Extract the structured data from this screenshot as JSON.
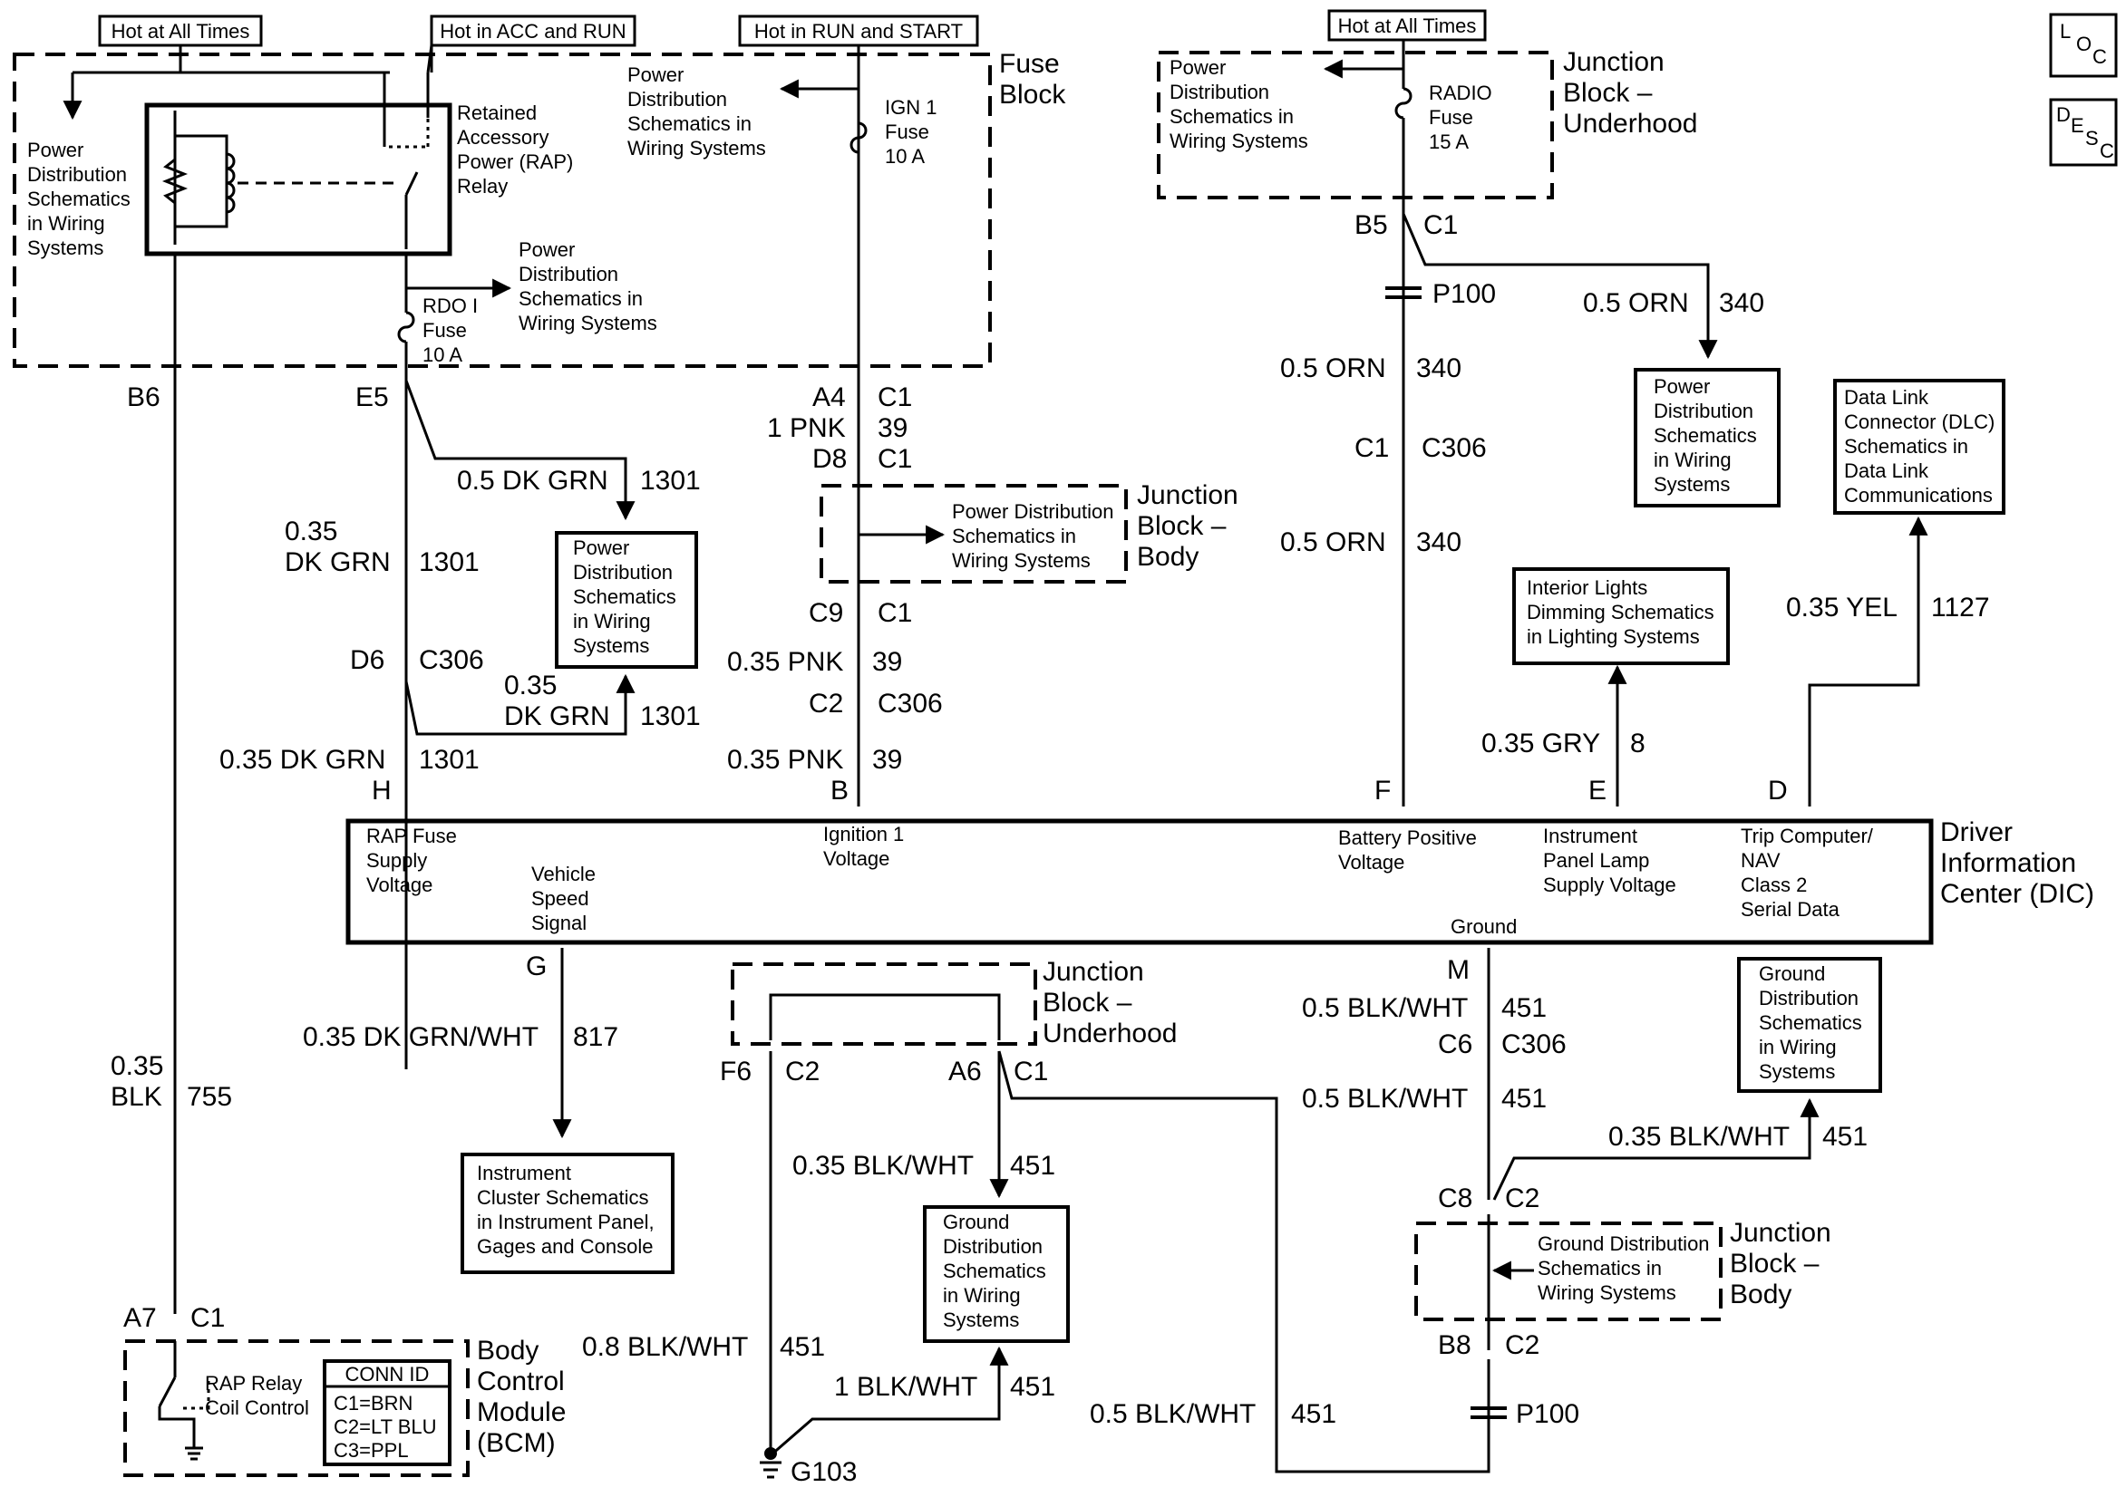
{
  "fuse_block": {
    "title": [
      "Fuse",
      "Block"
    ],
    "hot_at_all_times": "Hot at All Times",
    "hot_acc_run": "Hot in ACC and RUN",
    "hot_run_start": "Hot in RUN and START",
    "pd_left": [
      "Power",
      "Distribution",
      "Schematics",
      "in Wiring",
      "Systems"
    ],
    "pd_top": [
      "Power",
      "Distribution",
      "Schematics in",
      "Wiring Systems"
    ],
    "pd_mid": [
      "Power",
      "Distribution",
      "Schematics in",
      "Wiring Systems"
    ],
    "rap_relay": [
      "Retained",
      "Accessory",
      "Power (RAP)",
      "Relay"
    ],
    "ign_fuse": [
      "IGN 1",
      "Fuse",
      "10 A"
    ],
    "rdo_fuse": [
      "RDO I",
      "Fuse",
      "10 A"
    ]
  },
  "jb_underhood_top": {
    "title": [
      "Junction",
      "Block –",
      "Underhood"
    ],
    "hot": "Hot at All Times",
    "pd": [
      "Power",
      "Distribution",
      "Schematics in",
      "Wiring Systems"
    ],
    "fuse": [
      "RADIO",
      "Fuse",
      "15 A"
    ]
  },
  "icons": {
    "loc": "LOC",
    "desc": "DESC"
  },
  "left_col": {
    "b6": "B6",
    "e5": "E5",
    "wire1_size": "0.5 DK GRN",
    "wire1_num": "1301",
    "wire2_size": [
      "0.35",
      "DK GRN"
    ],
    "wire2_num": "1301",
    "pd_box": [
      "Power",
      "Distribution",
      "Schematics",
      "in Wiring",
      "Systems"
    ],
    "d6": "D6",
    "c306": "C306",
    "wire3_size": [
      "0.35",
      "DK GRN"
    ],
    "wire3_num": "1301",
    "wire4_size": "0.35 DK GRN",
    "wire4_num": "1301",
    "h": "H",
    "blk_size": [
      "0.35",
      "BLK"
    ],
    "blk_num": "755"
  },
  "mid_col": {
    "a4": "A4",
    "c1a": "C1",
    "wire1_size": "1 PNK",
    "wire1_num": "39",
    "d8": "D8",
    "c1b": "C1",
    "jb_body_title": [
      "Junction",
      "Block –",
      "Body"
    ],
    "jb_body_pd": [
      "Power Distribution",
      "Schematics in",
      "Wiring Systems"
    ],
    "c9": "C9",
    "c1c": "C1",
    "wire2_size": "0.35 PNK",
    "wire2_num": "39",
    "c2": "C2",
    "c306": "C306",
    "wire3_size": "0.35 PNK",
    "wire3_num": "39",
    "b": "B"
  },
  "right_col": {
    "b5": "B5",
    "c1": "C1",
    "p100": "P100",
    "wire_a_size": "0.5 ORN",
    "wire_a_num": "340",
    "wire_b_size": "0.5 ORN",
    "wire_b_num": "340",
    "pd_box": [
      "Power",
      "Distribution",
      "Schematics",
      "in Wiring",
      "Systems"
    ],
    "c1b": "C1",
    "c306": "C306",
    "wire_c_size": "0.5 ORN",
    "wire_c_num": "340",
    "f": "F",
    "dim_box": [
      "Interior Lights",
      "Dimming Schematics",
      "in Lighting Systems"
    ],
    "gry_size": "0.35 GRY",
    "gry_num": "8",
    "e": "E",
    "dlc_box": [
      "Data Link",
      "Connector (DLC)",
      "Schematics in",
      "Data Link",
      "Communications"
    ],
    "yel_size": "0.35 YEL",
    "yel_num": "1127",
    "d": "D"
  },
  "dic": {
    "title": [
      "Driver",
      "Information",
      "Center (DIC)"
    ],
    "rap_supply": [
      "RAP Fuse",
      "Supply",
      "Voltage"
    ],
    "vss": [
      "Vehicle",
      "Speed",
      "Signal"
    ],
    "ign": [
      "Ignition 1",
      "Voltage"
    ],
    "batt": [
      "Battery Positive",
      "Voltage"
    ],
    "ipl": [
      "Instrument",
      "Panel Lamp",
      "Supply Voltage"
    ],
    "trip": [
      "Trip Computer/",
      "NAV",
      "Class 2",
      "Serial Data"
    ],
    "ground": "Ground"
  },
  "lower": {
    "g": "G",
    "vss_size": "0.35 DK GRN/WHT",
    "vss_num": "817",
    "ic_box": [
      "Instrument",
      "Cluster Schematics",
      "in Instrument Panel,",
      "Gages and Console"
    ],
    "jb_uh_title": [
      "Junction",
      "Block –",
      "Underhood"
    ],
    "f6": "F6",
    "c2": "C2",
    "a6": "A6",
    "c1": "C1",
    "w1_size": "0.35 BLK/WHT",
    "w1_num": "451",
    "gd_box": [
      "Ground",
      "Distribution",
      "Schematics",
      "in Wiring",
      "Systems"
    ],
    "w2_size": "0.8 BLK/WHT",
    "w2_num": "451",
    "w3_size": "1 BLK/WHT",
    "w3_num": "451",
    "g103": "G103",
    "w4_size": "0.5 BLK/WHT",
    "w4_num": "451",
    "m": "M",
    "w5_size": "0.5 BLK/WHT",
    "w5_num": "451",
    "c6": "C6",
    "c306": "C306",
    "w6_size": "0.5 BLK/WHT",
    "w6_num": "451",
    "gd_box2": [
      "Ground",
      "Distribution",
      "Schematics",
      "in Wiring",
      "Systems"
    ],
    "w7_size": "0.35 BLK/WHT",
    "w7_num": "451",
    "c8": "C8",
    "c2b": "C2",
    "jb_body_title": [
      "Junction",
      "Block –",
      "Body"
    ],
    "jb_body_gd": [
      "Ground Distribution",
      "Schematics in",
      "Wiring Systems"
    ],
    "b8": "B8",
    "c2c": "C2",
    "p100": "P100"
  },
  "bcm": {
    "a7": "A7",
    "c1": "C1",
    "title": [
      "Body",
      "Control",
      "Module",
      "(BCM)"
    ],
    "relay": [
      "RAP Relay",
      "Coil Control"
    ],
    "conn_title": "CONN ID",
    "conn": [
      "C1=BRN",
      "C2=LT BLU",
      "C3=PPL"
    ]
  }
}
